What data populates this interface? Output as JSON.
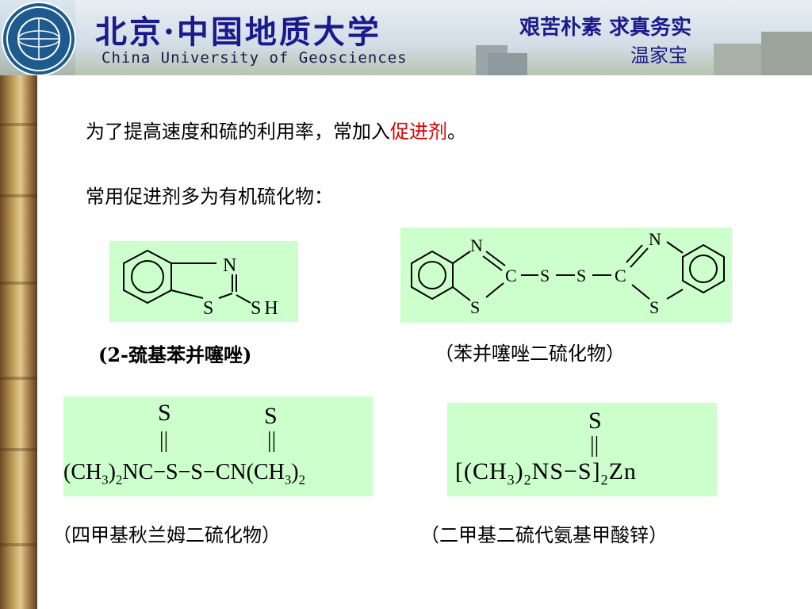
{
  "header": {
    "title_cn": "北京·中国地质大学",
    "title_en": "China University of Geosciences",
    "motto_line1": "艰苦朴素 求真务实",
    "motto_line2": "温家宝"
  },
  "content": {
    "line1_prefix": "为了提高速度和硫的利用率，常加入",
    "line1_highlight": "促进剂",
    "line1_suffix": "。",
    "line2": "常用促进剂多为有机硫化物："
  },
  "compounds": [
    {
      "caption": "(2-巯基苯并噻唑)",
      "atoms": {
        "n": "N",
        "s_ring": "S",
        "sh": "SH"
      }
    },
    {
      "caption": "（苯并噻唑二硫化物）",
      "atoms": {
        "n1": "N",
        "c1": "C",
        "s1": "S",
        "s2": "S",
        "c2": "C",
        "n2": "N",
        "s_ring1": "S",
        "s_ring2": "S"
      }
    },
    {
      "caption": "（四甲基秋兰姆二硫化物）",
      "atoms": {
        "s_top1": "S",
        "s_top2": "S",
        "bond1": "||",
        "bond2": "||"
      },
      "formula": {
        "part1": "(CH",
        "sub1": "3",
        "part2": ")",
        "sub2": "2",
        "part3": "NC−S−S−CN(CH",
        "sub3": "3",
        "part4": ")",
        "sub4": "2"
      }
    },
    {
      "caption": "（二甲基二硫代氨基甲酸锌）",
      "atoms": {
        "s_top": "S",
        "bond": "||"
      },
      "formula": {
        "part1": "[(CH",
        "sub1": "3",
        "part2": ")",
        "sub2": "2",
        "part3": "NS−S]",
        "sub3": "2",
        "part4": "Zn"
      }
    }
  ]
}
